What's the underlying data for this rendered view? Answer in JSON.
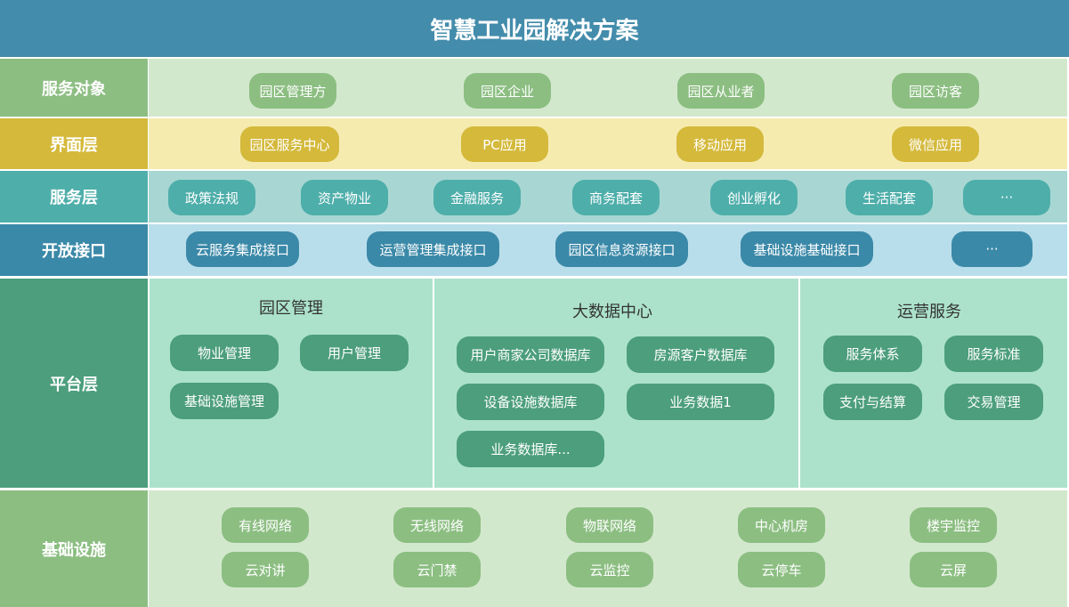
{
  "title": "智慧工业园解决方案",
  "colors": {
    "header": "#438CAB",
    "service_target_label": "#8CBE82",
    "interface_label": "#D4B93B",
    "service_layer_label": "#4EAEAA",
    "open_api_label": "#3B89A8",
    "platform_label": "#4C9E7D",
    "infra_label": "#8CBE82"
  },
  "rows": {
    "service_target": {
      "label": "服务对象",
      "items": [
        "园区管理方",
        "园区企业",
        "园区从业者",
        "园区访客"
      ]
    },
    "interface": {
      "label": "界面层",
      "items": [
        "园区服务中心",
        "PC应用",
        "移动应用",
        "微信应用"
      ]
    },
    "service_layer": {
      "label": "服务层",
      "items": [
        "政策法规",
        "资产物业",
        "金融服务",
        "商务配套",
        "创业孵化",
        "生活配套",
        "···"
      ]
    },
    "open_api": {
      "label": "开放接口",
      "items": [
        "云服务集成接口",
        "运营管理集成接口",
        "园区信息资源接口",
        "基础设施基础接口",
        "···"
      ]
    },
    "platform": {
      "label": "平台层",
      "sections": [
        {
          "title": "园区管理",
          "items": [
            "物业管理",
            "用户管理",
            "基础设施管理"
          ]
        },
        {
          "title": "大数据中心",
          "items": [
            "用户商家公司数据库",
            "房源客户数据库",
            "设备设施数据库",
            "业务数据1",
            "业务数据库..."
          ]
        },
        {
          "title": "运营服务",
          "items": [
            "服务体系",
            "服务标准",
            "支付与结算",
            "交易管理"
          ]
        }
      ]
    },
    "infrastructure": {
      "label": "基础设施",
      "items": [
        "有线网络",
        "无线网络",
        "物联网络",
        "中心机房",
        "楼宇监控",
        "云对讲",
        "云门禁",
        "云监控",
        "云停车",
        "云屏"
      ]
    }
  }
}
